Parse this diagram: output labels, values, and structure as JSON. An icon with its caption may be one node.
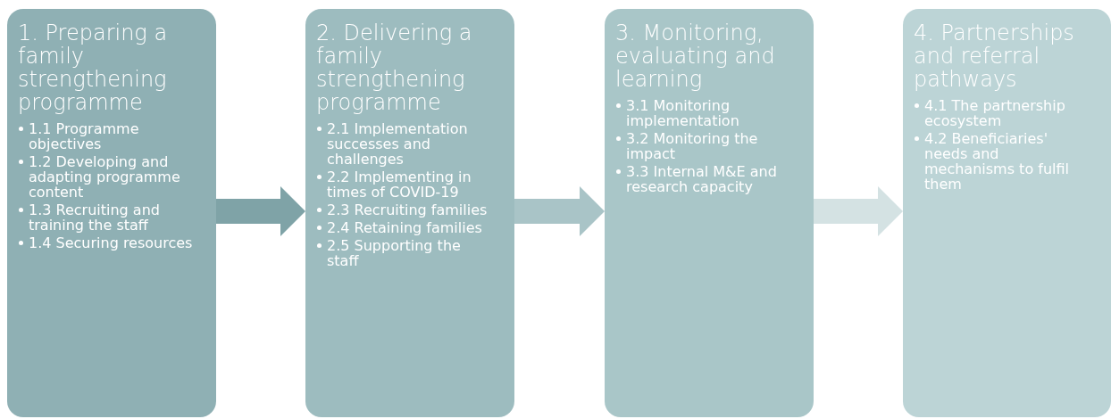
{
  "diagram": {
    "nodes": [
      {
        "text": [
          "1. Preparing a family strengthening programme",
          "1.1 Programme objectives",
          "1.2 Developing and adapting programme content",
          "1.3 Recruiting and training the staff",
          "1.4 Securing resources"
        ]
      },
      {
        "text": [
          "2. Delivering a family strengthening programme",
          "2.1 Implementation successes and challenges",
          "2.2 Implementing in times of COVID-19",
          "2.3 Recruiting families",
          "2.4 Retaining families",
          "2.5 Supporting the staff"
        ]
      },
      {
        "text": [
          "3. Monitoring, evaluating and learning",
          "3.1 Monitoring implementation",
          "3.2 Monitoring the impact",
          "3.3 Internal M&E and research capacity"
        ]
      },
      {
        "text": [
          "4. Partnerships and referral pathways",
          "4.1 The partnership ecosystem",
          "4.2 Beneficiaries' needs and mechanisms to fulfil them"
        ]
      }
    ],
    "edges": [
      {
        "from": 0,
        "to": 1,
        "arrow": "to",
        "color": "#7fa3a7"
      },
      {
        "from": 1,
        "to": 2,
        "arrow": "to",
        "color": "#a9c4c7"
      },
      {
        "from": 2,
        "to": 3,
        "arrow": "to",
        "color": "#d4e2e3"
      }
    ]
  }
}
